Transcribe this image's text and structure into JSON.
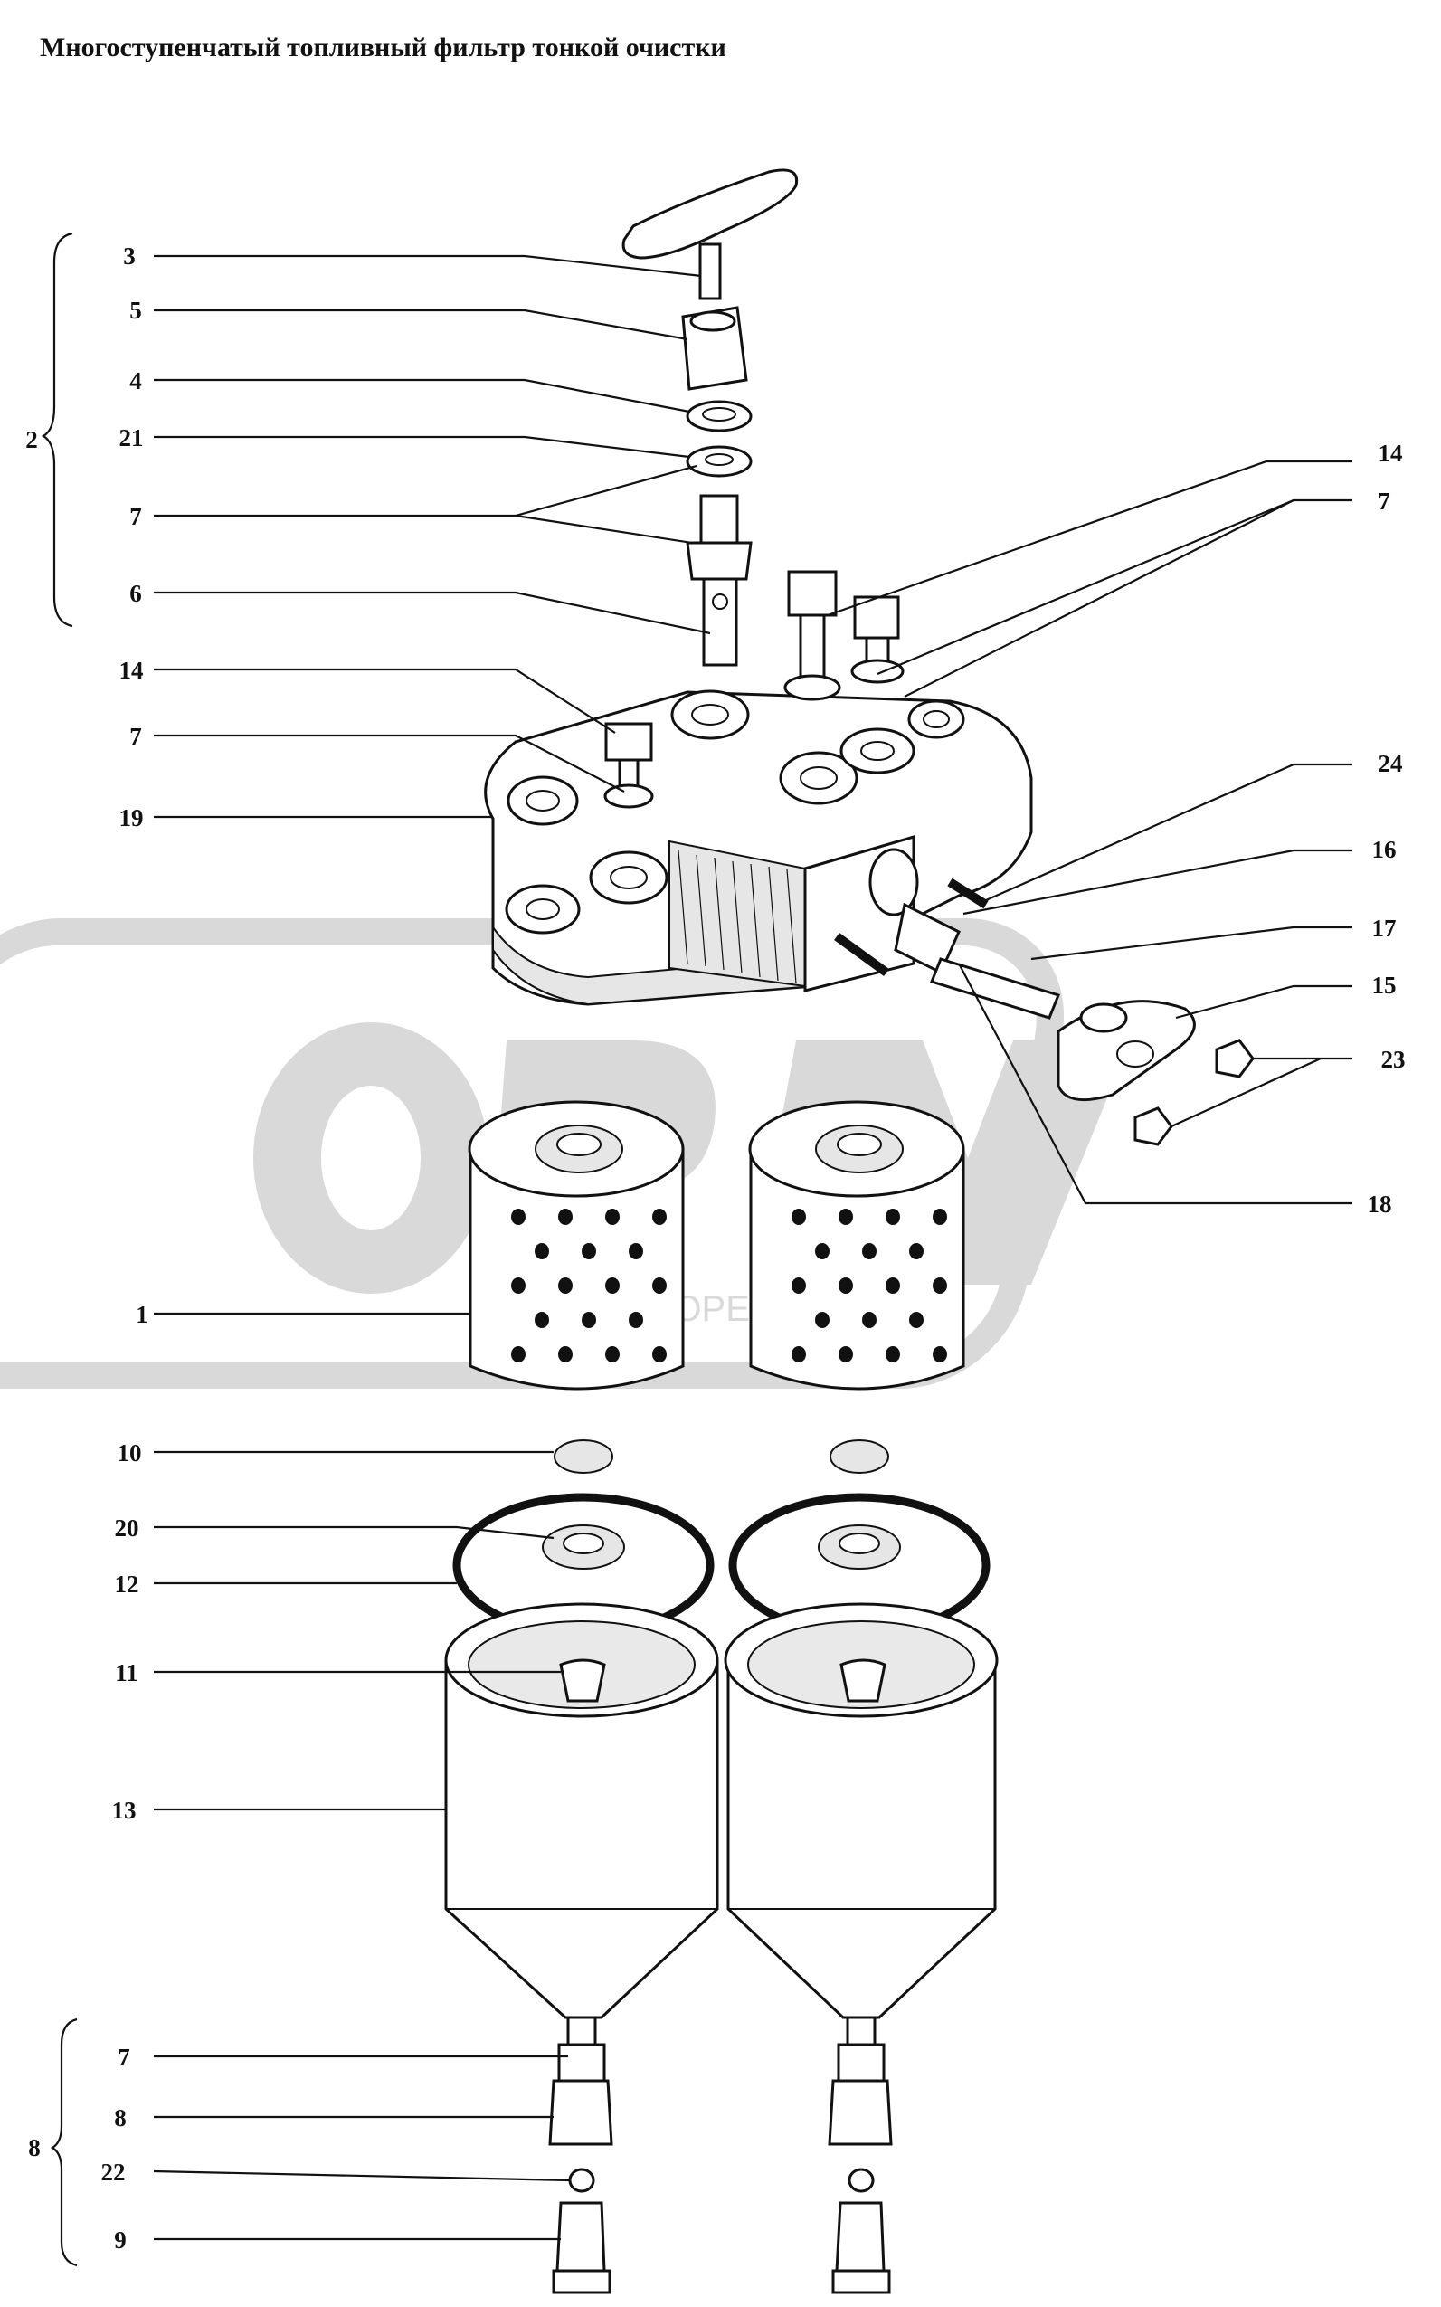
{
  "title": "Многоступенчатый топливный фильтр тонкой очистки",
  "callouts": {
    "c3": "3",
    "c5": "5",
    "c4": "4",
    "c21": "21",
    "c7a": "7",
    "c6": "6",
    "c14a": "14",
    "c7b": "7",
    "c19": "19",
    "c14b": "14",
    "c7c": "7",
    "c24": "24",
    "c16": "16",
    "c17": "17",
    "c15": "15",
    "c23": "23",
    "c18": "18",
    "c1": "1",
    "c10": "10",
    "c20": "20",
    "c12": "12",
    "c11": "11",
    "c13": "13",
    "c7d": "7",
    "c8p": "8",
    "c22": "22",
    "c9": "9",
    "g2": "2",
    "g8": "8"
  },
  "watermark_text": "ОРЕХ"
}
